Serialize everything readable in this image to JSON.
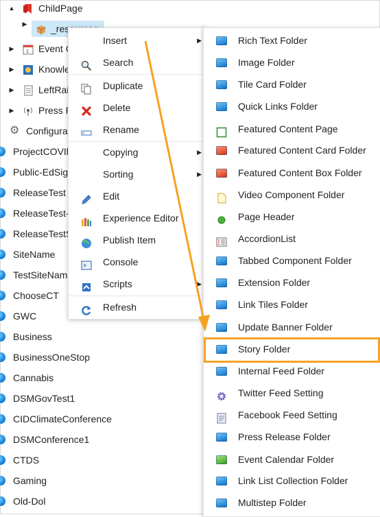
{
  "tree": {
    "top": {
      "label": "ChildPage"
    },
    "selected": {
      "label": "_resources"
    },
    "children": [
      {
        "label": "Event C",
        "icon": "calendar-icon"
      },
      {
        "label": "Knowle",
        "icon": "knowledge-icon"
      },
      {
        "label": "LeftRai",
        "icon": "document-icon"
      },
      {
        "label": "Press F",
        "icon": "broadcast-icon"
      }
    ],
    "config": {
      "label": "Configura"
    },
    "sites": [
      "ProjectCOVIl",
      "Public-EdSigh",
      "ReleaseTest",
      "ReleaseTest-",
      "ReleaseTestS",
      "SiteName",
      "TestSiteNam",
      "ChooseCT",
      "GWC",
      "Business",
      "BusinessOneStop",
      "Cannabis",
      "DSMGovTest1",
      "CIDClimateConference",
      "DSMConference1",
      "CTDS",
      "Gaming",
      "Old-Dol"
    ]
  },
  "context_menu": {
    "items": [
      {
        "label": "Insert",
        "icon": "none",
        "submenu": true
      },
      {
        "label": "Search",
        "icon": "search-icon"
      },
      {
        "label": "Duplicate",
        "icon": "duplicate-icon"
      },
      {
        "label": "Delete",
        "icon": "delete-icon"
      },
      {
        "label": "Rename",
        "icon": "rename-icon"
      },
      {
        "label": "Copying",
        "icon": "none",
        "submenu": true
      },
      {
        "label": "Sorting",
        "icon": "none",
        "submenu": true
      },
      {
        "label": "Edit",
        "icon": "edit-icon"
      },
      {
        "label": "Experience Editor",
        "icon": "experience-editor-icon"
      },
      {
        "label": "Publish Item",
        "icon": "publish-icon"
      },
      {
        "label": "Console",
        "icon": "console-icon"
      },
      {
        "label": "Scripts",
        "icon": "scripts-icon",
        "submenu": true
      },
      {
        "label": "Refresh",
        "icon": "refresh-icon"
      }
    ]
  },
  "insert_submenu": {
    "items": [
      {
        "label": "Rich Text Folder",
        "icon": "folder-icon"
      },
      {
        "label": "Image Folder",
        "icon": "folder-icon"
      },
      {
        "label": "Tile Card Folder",
        "icon": "folder-icon"
      },
      {
        "label": "Quick Links Folder",
        "icon": "folder-icon"
      },
      {
        "label": "Featured Content Page",
        "icon": "page-icon"
      },
      {
        "label": "Featured Content Card Folder",
        "icon": "red-folder-icon"
      },
      {
        "label": "Featured Content Box Folder",
        "icon": "red-folder-icon"
      },
      {
        "label": "Video Component Folder",
        "icon": "yellow-page-icon"
      },
      {
        "label": "Page Header",
        "icon": "green-dot-icon"
      },
      {
        "label": "AccordionList",
        "icon": "list-icon"
      },
      {
        "label": "Tabbed Component Folder",
        "icon": "folder-icon"
      },
      {
        "label": "Extension Folder",
        "icon": "folder-icon"
      },
      {
        "label": "Link Tiles Folder",
        "icon": "folder-icon"
      },
      {
        "label": "Update Banner Folder",
        "icon": "folder-icon"
      },
      {
        "label": "Story Folder",
        "icon": "folder-icon"
      },
      {
        "label": "Internal Feed Folder",
        "icon": "folder-icon"
      },
      {
        "label": "Twitter Feed Setting",
        "icon": "gear-icon"
      },
      {
        "label": "Facebook Feed Setting",
        "icon": "form-icon"
      },
      {
        "label": "Press Release Folder",
        "icon": "folder-icon"
      },
      {
        "label": "Event Calendar Folder",
        "icon": "green-folder-icon"
      },
      {
        "label": "Link List Collection Folder",
        "icon": "folder-icon"
      },
      {
        "label": "Multistep Folder",
        "icon": "folder-icon"
      }
    ],
    "highlighted": "Story Folder"
  },
  "annotation": {
    "color": "#f5a123"
  }
}
